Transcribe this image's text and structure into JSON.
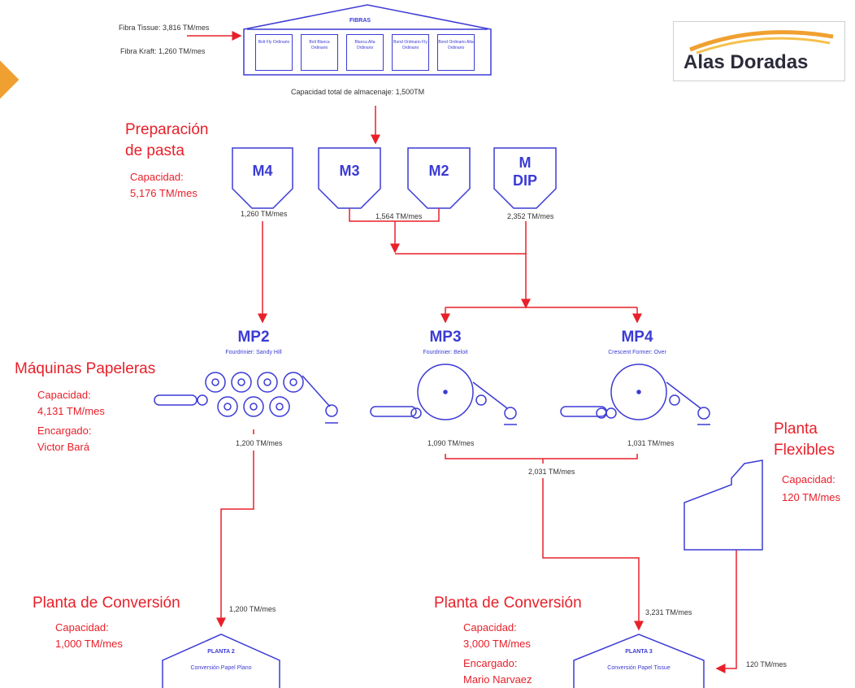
{
  "logo": {
    "brand": "Alas Doradas"
  },
  "fibras": {
    "title": "FIBRAS",
    "bins": [
      "Bolt Fly Ordinario",
      "Bolt Blanca Ordinario",
      "Blanca Alta Ordinario",
      "Bond Ordinario Fly Ordinario",
      "Bond Ordinario Alta Ordinario"
    ],
    "input_tissue": "Fibra Tissue: 3,816 TM/mes",
    "input_kraft": "Fibra Kraft: 1,260 TM/mes",
    "storage": "Capacidad total de almacenaje: 1,500TM"
  },
  "preparacion": {
    "title_line1": "Preparación",
    "title_line2": "de pasta",
    "cap_label": "Capacidad:",
    "cap_value": "5,176 TM/mes",
    "silos": [
      "M4",
      "M3",
      "M2",
      "M DIP"
    ],
    "flow_m4": "1,260 TM/mes",
    "flow_m3m2": "1,564 TM/mes",
    "flow_dip": "2,352 TM/mes"
  },
  "maquinas": {
    "title": "Máquinas Papeleras",
    "cap_label": "Capacidad:",
    "cap_value": "4,131 TM/mes",
    "enc_label": "Encargado:",
    "enc_value": "Victor Bará",
    "machines": [
      {
        "name": "MP2",
        "sub": "Fourdrinier: Sandy Hill",
        "output": "1,200 TM/mes"
      },
      {
        "name": "MP3",
        "sub": "Fourdrinier: Beloit",
        "output": "1,090 TM/mes"
      },
      {
        "name": "MP4",
        "sub": "Crescent Former: Over",
        "output": "1,031 TM/mes"
      }
    ],
    "combined": "2,031 TM/mes"
  },
  "flexibles": {
    "title_line1": "Planta",
    "title_line2": "Flexibles",
    "cap_label": "Capacidad:",
    "cap_value": "120 TM/mes",
    "flow": "120 TM/mes"
  },
  "conversion1": {
    "title": "Planta de Conversión",
    "cap_label": "Capacidad:",
    "cap_value": "1,000 TM/mes",
    "flow": "1,200 TM/mes",
    "plant_name": "PLANTA 2",
    "plant_sub": "Conversión Papel Plano"
  },
  "conversion2": {
    "title": "Planta de Conversión",
    "cap_label": "Capacidad:",
    "cap_value": "3,000 TM/mes",
    "enc_label": "Encargado:",
    "enc_value": "Mario Narvaez",
    "flow": "3,231 TM/mes",
    "plant_name": "PLANTA 3",
    "plant_sub": "Conversión Papel Tissue"
  },
  "colors": {
    "accent_red": "#e8202a",
    "diagram_blue": "#3b3bd6",
    "corner_orange": "#f0a030"
  }
}
